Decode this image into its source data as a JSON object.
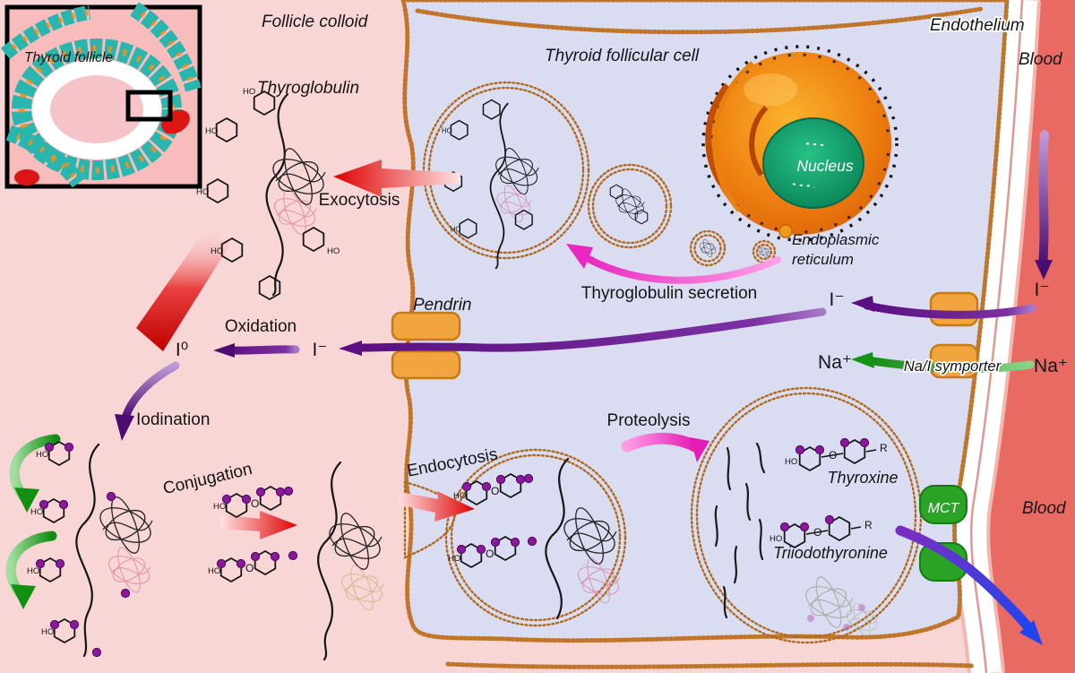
{
  "inset": {
    "title": "Thyroid follicle"
  },
  "regions": {
    "follicle_colloid": "Follicle colloid",
    "follicular_cell": "Thyroid follicular cell",
    "endothelium": "Endothelium",
    "blood_top": "Blood",
    "blood_bottom": "Blood"
  },
  "organelles": {
    "nucleus": "Nucleus",
    "er_line1": "Endoplasmic",
    "er_line2": "reticulum"
  },
  "transporters": {
    "pendrin": "Pendrin",
    "na_i_symporter": "Na/I symporter",
    "mct": "MCT"
  },
  "molecules": {
    "thyroglobulin": "Thyroglobulin",
    "thyroxine": "Thyroxine",
    "triiodothyronine": "Triiodothyronine",
    "ho": "HO",
    "ether_o": "O",
    "r_group": "R"
  },
  "ions": {
    "iodide_blood": "I⁻",
    "iodide_cell": "I⁻",
    "iodide_colloid": "I⁻",
    "iodine_free": "I⁰",
    "sodium_cell": "Na⁺",
    "sodium_blood": "Na⁺"
  },
  "processes": {
    "exocytosis": "Exocytosis",
    "thyroglobulin_secretion": "Thyroglobulin secretion",
    "oxidation": "Oxidation",
    "iodination": "Iodination",
    "conjugation": "Conjugation",
    "endocytosis": "Endocytosis",
    "proteolysis": "Proteolysis"
  },
  "colors": {
    "colloid_pink": "#f8d6d6",
    "cytoplasm_lavender": "#dadcf2",
    "blood_red": "#e96a63",
    "membrane_orange": "#c0752a",
    "vesicle_orange": "#f6c468",
    "transporter_orange": "#f2a43e",
    "mct_green": "#2ba326",
    "iodine_purple": "#8a189a",
    "arrow_red": "#dd0000",
    "arrow_magenta": "#e41cb4",
    "arrow_purple": "#5a1080",
    "arrow_green": "#149414",
    "arrow_blue": "#2438e0"
  }
}
